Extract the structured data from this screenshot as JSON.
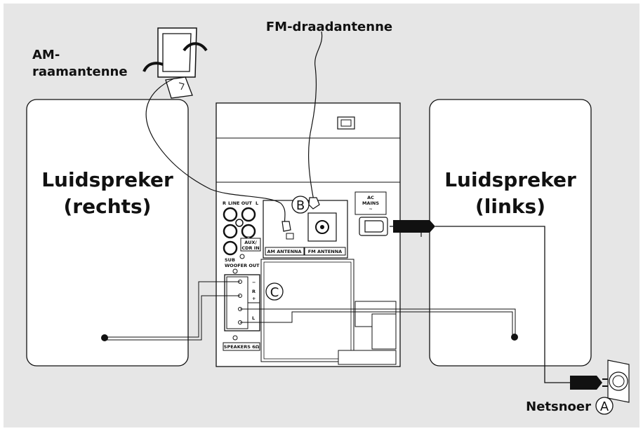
{
  "labels": {
    "fm_antenna": "FM-draadantenne",
    "am_antenna_line1": "AM-",
    "am_antenna_line2": "raamantenne",
    "speaker_right_line1": "Luidspreker",
    "speaker_right_line2": "(rechts)",
    "speaker_left_line1": "Luidspreker",
    "speaker_left_line2": "(links)",
    "power_cord": "Netsnoer",
    "marker_a": "A",
    "marker_b": "B",
    "marker_c": "C"
  },
  "panel": {
    "line_out": "LINE OUT",
    "r": "R",
    "l": "L",
    "aux_line1": "AUX/",
    "aux_line2": "CDR IN",
    "sub_line1": "SUB",
    "sub_line2": "WOOFER OUT",
    "speakers": "SPEAKERS 6Ω",
    "am_antenna": "AM ANTENNA",
    "fm_antenna": "FM ANTENNA",
    "ac_line1": "AC",
    "ac_line2": "MAINS",
    "ac_line3": "~",
    "term_minus_r": "−",
    "term_plus_r": "+",
    "term_r": "R",
    "term_l": "L"
  },
  "colors": {
    "background": "#e6e6e6",
    "panel": "#ffffff",
    "stroke": "#111111"
  }
}
